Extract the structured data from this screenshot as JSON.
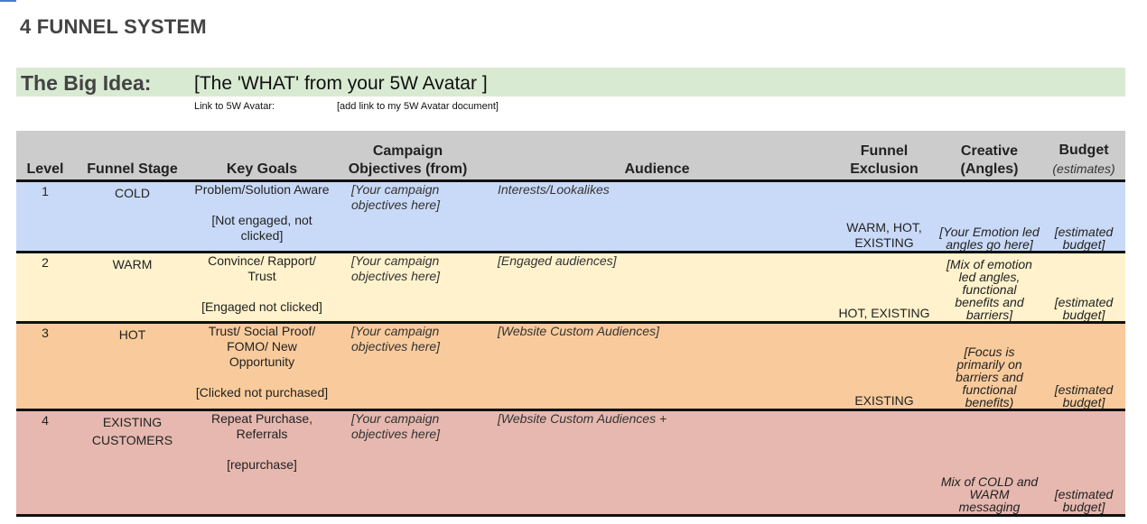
{
  "page": {
    "title": "4 FUNNEL SYSTEM",
    "big_idea_label": "The Big Idea:",
    "big_idea_value": "[The 'WHAT' from your 5W Avatar ]",
    "link_label": "Link to 5W Avatar:",
    "link_value": "[add link to my 5W Avatar document]"
  },
  "table": {
    "headers": {
      "level": "Level",
      "stage": "Funnel Stage",
      "goals": "Key Goals",
      "objectives_line1": "Campaign",
      "objectives_line2": "Objectives (from)",
      "audience": "Audience",
      "exclusion_line1": "Funnel",
      "exclusion_line2": "Exclusion",
      "creative_line1": "Creative",
      "creative_line2": "(Angles)",
      "budget": "Budget",
      "budget_sub": "(estimates)"
    },
    "rows": [
      {
        "level": "1",
        "stage": "COLD",
        "goal_main": "Problem/Solution Aware",
        "goal_note": "[Not engaged, not clicked]",
        "objectives": "[Your campaign objectives here]",
        "audience": "Interests/Lookalikes",
        "exclusion": "WARM, HOT, EXISTING",
        "creative": "[Your Emotion led angles go here]",
        "budget": "[estimated budget]"
      },
      {
        "level": "2",
        "stage": "WARM",
        "goal_main": "Convince/ Rapport/ Trust",
        "goal_note": "[Engaged not clicked]",
        "objectives": "[Your campaign objectives here]",
        "audience": "[Engaged audiences]",
        "exclusion": "HOT, EXISTING",
        "creative": "[Mix of emotion led angles, functional benefits and barriers]",
        "budget": "[estimated budget]"
      },
      {
        "level": "3",
        "stage": "HOT",
        "goal_main": "Trust/ Social Proof/ FOMO/ New Opportunity",
        "goal_note": "[Clicked not purchased]",
        "objectives": "[Your campaign objectives here]",
        "audience": "[Website Custom Audiences]",
        "exclusion": "EXISTING",
        "creative": "[Focus is primarily on barriers and functional benefits)",
        "budget": "[estimated budget]"
      },
      {
        "level": "4",
        "stage": "EXISTING CUSTOMERS",
        "goal_main": "Repeat Purchase, Referrals",
        "goal_note": "[repurchase]",
        "objectives": "[Your campaign objectives here]",
        "audience": "[Website Custom Audiences +",
        "exclusion": "",
        "creative": "Mix of COLD and WARM messaging",
        "budget": "[estimated budget]"
      }
    ]
  },
  "colors": {
    "big_idea_band": "#d9ead3",
    "header": "#cccccc",
    "cold": "#c9daf8",
    "warm": "#fff2cc",
    "hot": "#f9cb9c",
    "existing": "#e6b8af"
  }
}
